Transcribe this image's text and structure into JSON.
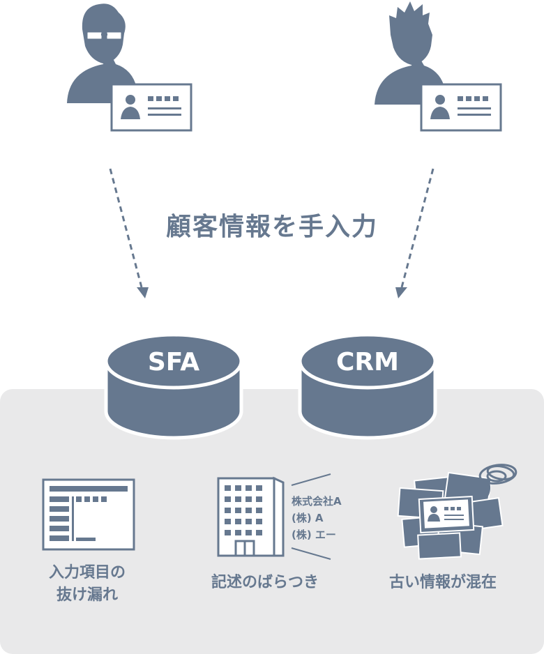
{
  "colors": {
    "primary": "#66788f",
    "panel": "#e9e9ea",
    "white": "#ffffff"
  },
  "icons": {
    "person_left": "man-with-glasses-icon",
    "person_right": "man-spiky-hair-icon",
    "business_card": "business-card-icon",
    "form": "form-table-icon",
    "building": "office-building-icon",
    "old_cards": "pile-of-old-cards-icon",
    "tangle": "tangled-scribble-icon"
  },
  "manual_input_label": "顧客情報を手入力",
  "databases": {
    "sfa_label": "SFA",
    "crm_label": "CRM"
  },
  "issues": {
    "missing_input": [
      "入力項目の",
      "抜け漏れ"
    ],
    "inconsistent_notation": "記述のばらつき",
    "mixed_old_info": "古い情報が混在"
  },
  "notation_variants": [
    "株式会社A",
    "(株) A",
    "(株) エー"
  ]
}
